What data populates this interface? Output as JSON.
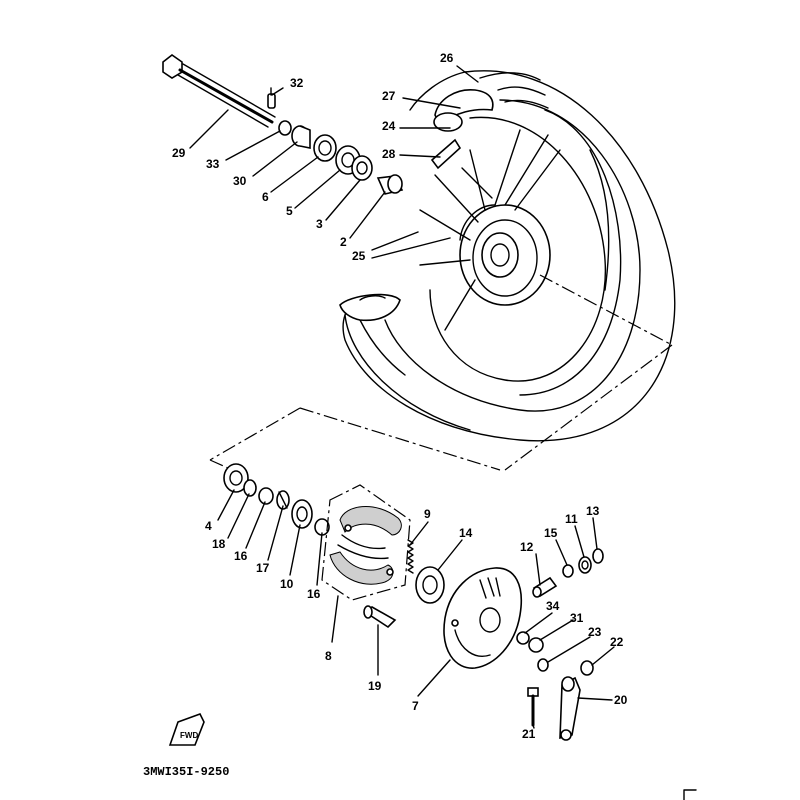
{
  "diagram": {
    "part_code": "3MWI35I-9250",
    "fwd_label": "FWD",
    "callouts": {
      "c2": "2",
      "c3": "3",
      "c4": "4",
      "c5": "5",
      "c6": "6",
      "c7": "7",
      "c8": "8",
      "c9": "9",
      "c10": "10",
      "c11": "11",
      "c12": "12",
      "c13": "13",
      "c14": "14",
      "c15": "15",
      "c16a": "16",
      "c16b": "16",
      "c17": "17",
      "c18": "18",
      "c19": "19",
      "c20": "20",
      "c21": "21",
      "c22": "22",
      "c23": "23",
      "c24": "24",
      "c25": "25",
      "c26": "26",
      "c27": "27",
      "c28": "28",
      "c29": "29",
      "c30": "30",
      "c31": "31",
      "c32": "32",
      "c33": "33",
      "c34": "34"
    }
  }
}
